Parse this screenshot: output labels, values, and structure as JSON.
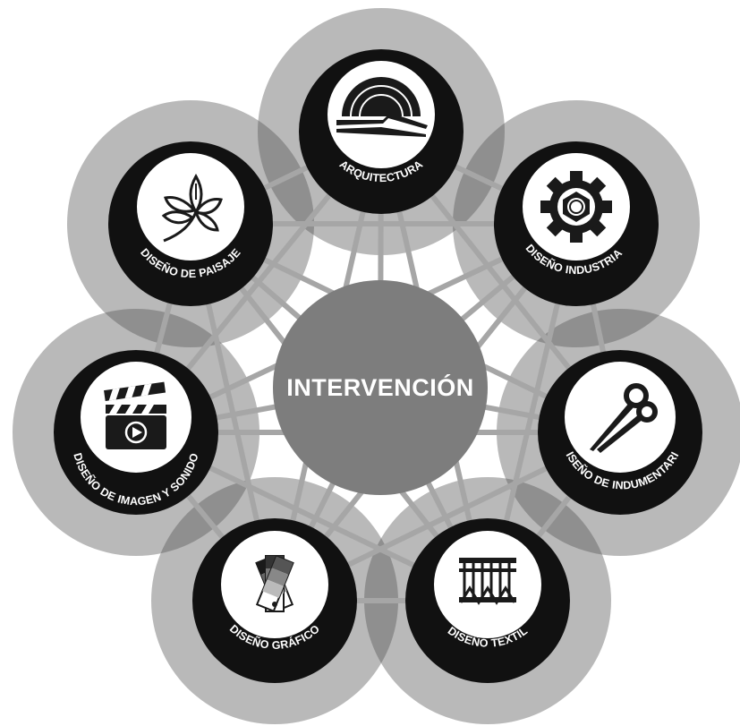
{
  "center": {
    "label": "INTERVENCIÓN"
  },
  "disciplines": [
    {
      "id": "arquitectura",
      "label": "ARQUITECTURA",
      "icon": "architecture-icon"
    },
    {
      "id": "industrial",
      "label": "DISEÑO INDUSTRIAL",
      "icon": "gear-icon"
    },
    {
      "id": "indumentaria",
      "label": "DISEÑO DE INDUMENTARIA",
      "icon": "scissors-icon"
    },
    {
      "id": "textil",
      "label": "DISEÑO TEXTIL",
      "icon": "loom-icon"
    },
    {
      "id": "grafico",
      "label": "DISEÑO GRÁFICO",
      "icon": "color-swatches-icon"
    },
    {
      "id": "imagen-sonido",
      "label": "DISEÑO DE IMAGEN Y SONIDO",
      "icon": "clapperboard-icon"
    },
    {
      "id": "paisaje",
      "label": "DISEÑO DE PAISAJE",
      "icon": "leaf-branch-icon"
    }
  ],
  "colors": {
    "outer_circle": "#b9b9b9",
    "overlap": "#8f8f8f",
    "links": "#a6a6a6",
    "center_circle": "#7d7d7d",
    "disc_ring": "#111111",
    "icon_fill": "#ffffff",
    "icon": "#1a1a1a",
    "text": "#ffffff"
  }
}
